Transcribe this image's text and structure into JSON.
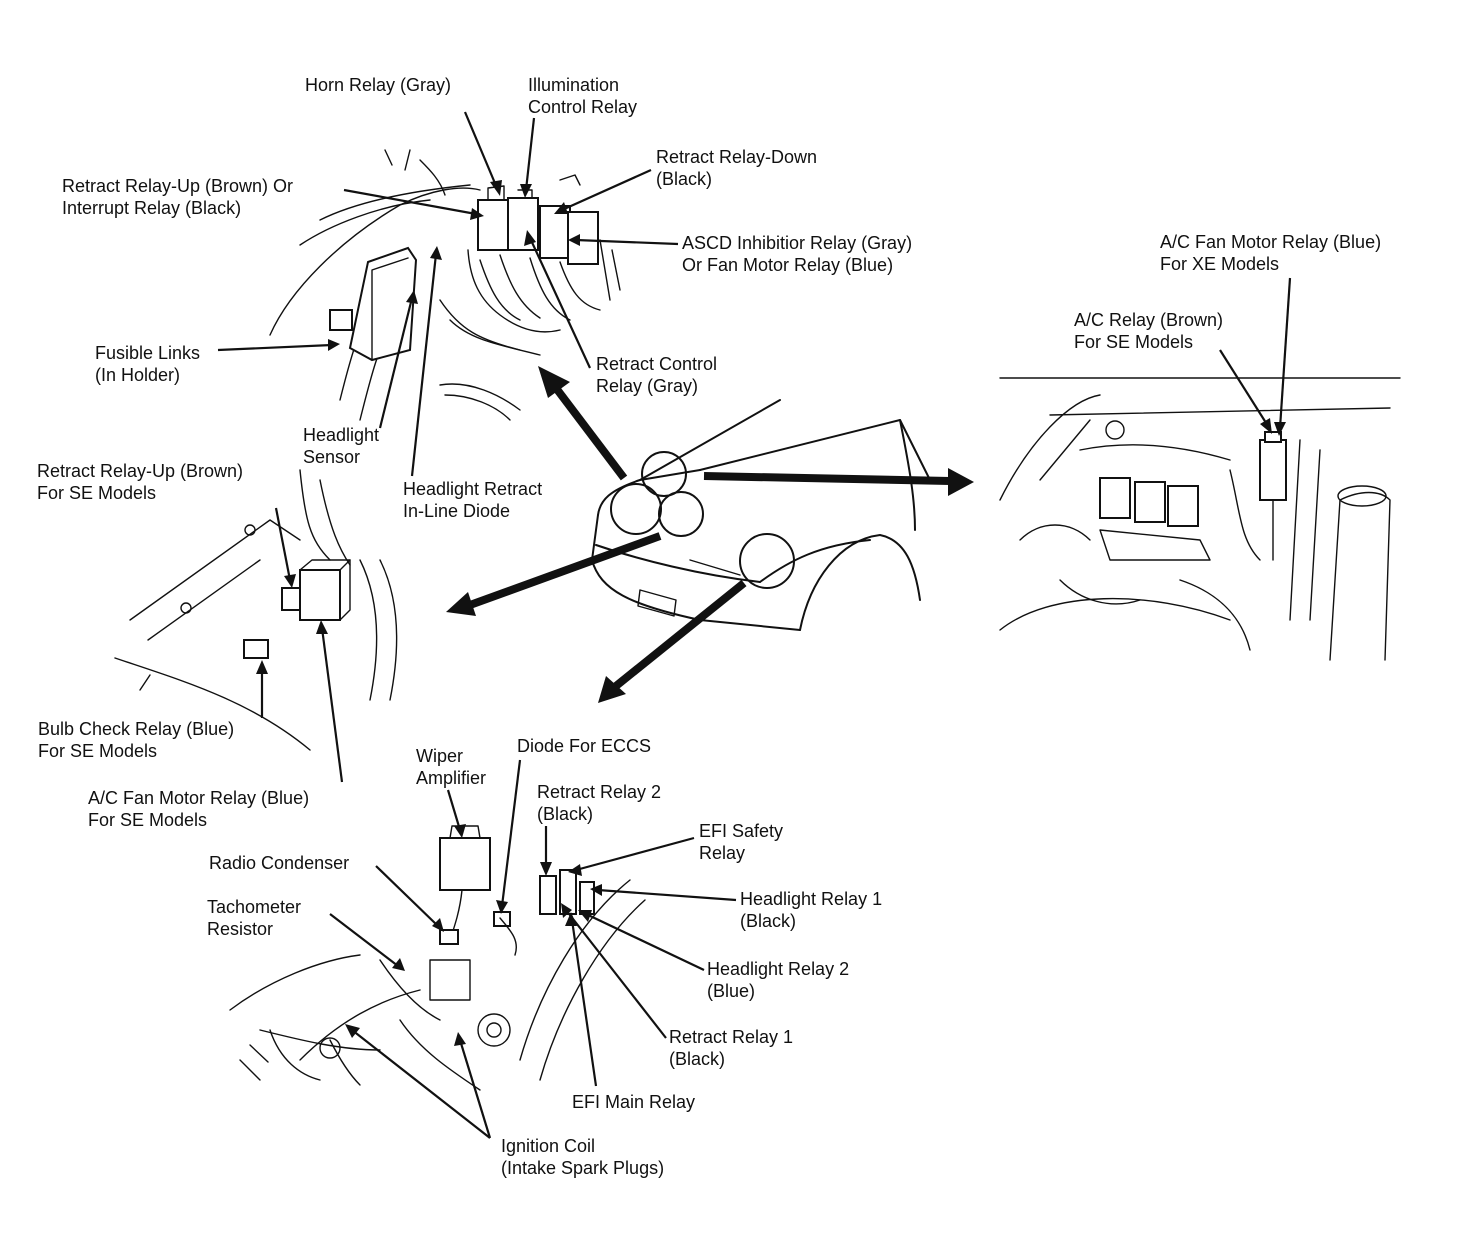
{
  "colors": {
    "ink": "#111111",
    "background": "#ffffff"
  },
  "labels": {
    "horn_relay": [
      "Horn Relay (Gray)"
    ],
    "illumination_relay": [
      "Illumination",
      "Control Relay"
    ],
    "retract_relay_down": [
      "Retract Relay-Down",
      "(Black)"
    ],
    "retract_relay_up_interrupt": [
      "Retract Relay-Up (Brown) Or",
      "Interrupt Relay (Black)"
    ],
    "ascd_relay": [
      "ASCD Inhibitior Relay (Gray)",
      "Or Fan Motor Relay (Blue)"
    ],
    "fusible_links": [
      "Fusible Links",
      "(In Holder)"
    ],
    "retract_control_relay": [
      "Retract Control",
      "Relay (Gray)"
    ],
    "headlight_sensor": [
      "Headlight",
      "Sensor"
    ],
    "headlight_retract_diode": [
      "Headlight Retract",
      "In-Line Diode"
    ],
    "retract_relay_up_se": [
      "Retract Relay-Up (Brown)",
      "For SE Models"
    ],
    "bulb_check_relay": [
      "Bulb Check Relay (Blue)",
      "For SE Models"
    ],
    "ac_fan_motor_relay_se": [
      "A/C Fan Motor Relay (Blue)",
      "For SE Models"
    ],
    "ac_fan_motor_relay_xe": [
      "A/C Fan Motor Relay (Blue)",
      "For XE Models"
    ],
    "ac_relay_se": [
      "A/C Relay (Brown)",
      "For SE Models"
    ],
    "wiper_amplifier": [
      "Wiper",
      "Amplifier"
    ],
    "diode_eccs": [
      "Diode For ECCS"
    ],
    "retract_relay_2": [
      "Retract Relay 2",
      "(Black)"
    ],
    "efi_safety_relay": [
      "EFI Safety",
      "Relay"
    ],
    "radio_condenser": [
      "Radio Condenser"
    ],
    "tachometer_resistor": [
      "Tachometer",
      "Resistor"
    ],
    "headlight_relay_1": [
      "Headlight Relay 1",
      "(Black)"
    ],
    "headlight_relay_2": [
      "Headlight Relay 2",
      "(Blue)"
    ],
    "retract_relay_1": [
      "Retract Relay 1",
      "(Black)"
    ],
    "efi_main_relay": [
      "EFI Main Relay"
    ],
    "ignition_coil": [
      "Ignition Coil",
      "(Intake Spark Plugs)"
    ]
  }
}
